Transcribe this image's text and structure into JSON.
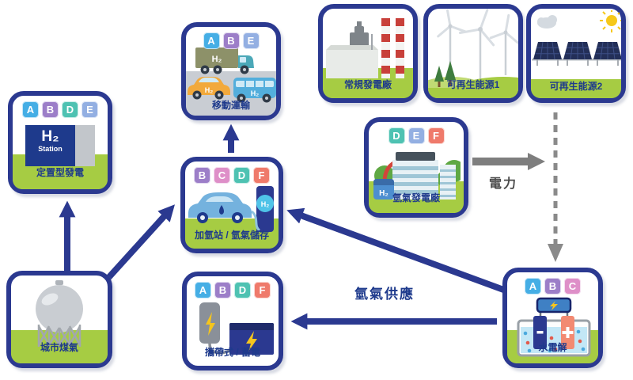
{
  "colors": {
    "box_border": "#2B3990",
    "label_text": "#1E3A8C",
    "arrow_blue": "#2B3990",
    "arrow_gray": "#7E7E7E",
    "ground_green": "#A6CC43",
    "ground_gray": "#C9CDD3"
  },
  "badge_colors": {
    "A": "#45AEE5",
    "B": "#9C7EC8",
    "C": "#DE8FC8",
    "D": "#4EC2B2",
    "E": "#93AFE2",
    "F": "#EF7A6B"
  },
  "boxes": {
    "stationary": {
      "label": "定置型發電",
      "badges": [
        "A",
        "B",
        "D",
        "E"
      ],
      "icon": "h2-station-sign",
      "sign_h2": "H₂",
      "sign_sub": "Station"
    },
    "mobile": {
      "label": "移動運輸",
      "badges": [
        "A",
        "B",
        "E"
      ],
      "icon": "truck-car-bus",
      "truck_h2": "H₂",
      "car_h2": "H₂",
      "bus_h2": "H₂"
    },
    "conventional": {
      "label": "常規發電廠",
      "icon": "power-plant-chimneys"
    },
    "renewable1": {
      "label": "可再生能源1",
      "icon": "wind-turbines"
    },
    "renewable2": {
      "label": "可再生能源2",
      "icon": "solar-panels-sun"
    },
    "h2plant": {
      "label": "氫氣發電廠",
      "badges": [
        "D",
        "E",
        "F"
      ],
      "icon": "hydrogen-power-plant",
      "tank_h2": "H₂"
    },
    "station": {
      "label": "加氫站 / 氫氣儲存",
      "badges": [
        "B",
        "C",
        "D",
        "F"
      ],
      "icon": "car-hydrogen-pump",
      "pump_h2": "H₂"
    },
    "citygas": {
      "label": "城市煤氣",
      "icon": "gas-sphere-tank"
    },
    "portable": {
      "label": "攜帶式 / 蓄電",
      "badges": [
        "A",
        "B",
        "D",
        "F"
      ],
      "icon": "powerbank-battery"
    },
    "electrolysis": {
      "label": "水電解",
      "badges": [
        "A",
        "B",
        "C"
      ],
      "icon": "water-electrolysis"
    }
  },
  "flow_labels": {
    "electricity": "電力",
    "hydrogen_supply": "氫氣供應"
  },
  "arrows": [
    {
      "from": "citygas",
      "to": "stationary",
      "style": "blue-solid"
    },
    {
      "from": "citygas",
      "to": "station",
      "style": "blue-solid"
    },
    {
      "from": "station",
      "to": "mobile",
      "style": "blue-solid"
    },
    {
      "from": "electrolysis",
      "to": "station",
      "style": "blue-solid"
    },
    {
      "from": "electrolysis",
      "to": "portable",
      "style": "blue-solid",
      "label": "氫氣供應"
    },
    {
      "from": "h2plant",
      "to": "electric-grid-line",
      "style": "gray-solid",
      "label": "電力"
    },
    {
      "from": "renewable2",
      "to": "electrolysis",
      "style": "gray-dashed"
    }
  ]
}
